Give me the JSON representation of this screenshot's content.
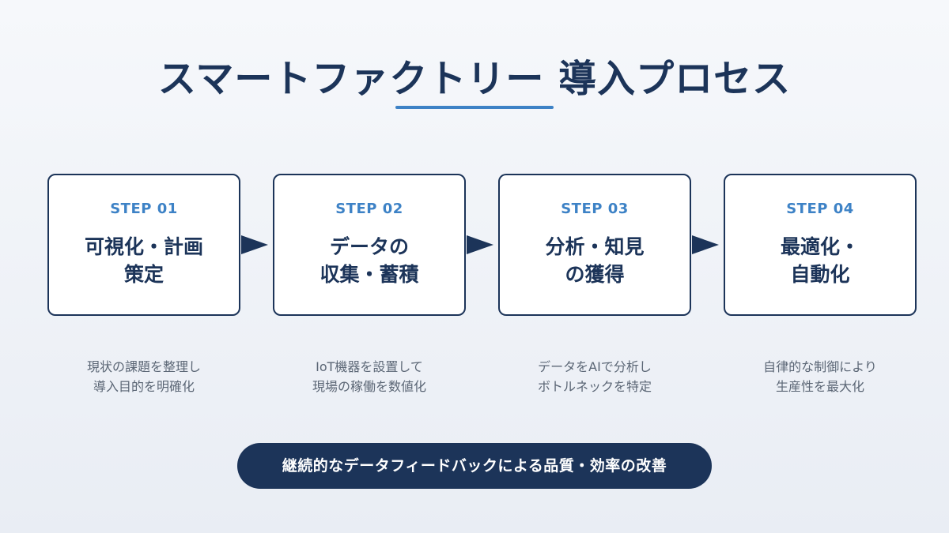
{
  "title": "スマートファクトリー 導入プロセス",
  "colors": {
    "navy": "#1c3459",
    "accent": "#3d82c6",
    "desc_text": "#5b6675",
    "box_bg": "#ffffff"
  },
  "steps": [
    {
      "label": "STEP 01",
      "name": [
        "可視化・計画",
        "策定"
      ],
      "desc": [
        "現状の課題を整理し",
        "導入目的を明確化"
      ]
    },
    {
      "label": "STEP 02",
      "name": [
        "データの",
        "収集・蓄積"
      ],
      "desc": [
        "IoT機器を設置して",
        "現場の稼働を数値化"
      ]
    },
    {
      "label": "STEP 03",
      "name": [
        "分析・知見",
        "の獲得"
      ],
      "desc": [
        "データをAIで分析し",
        "ボトルネックを特定"
      ]
    },
    {
      "label": "STEP 04",
      "name": [
        "最適化・",
        "自動化"
      ],
      "desc": [
        "自律的な制御により",
        "生産性を最大化"
      ]
    }
  ],
  "arrow_icon": "arrow-right-icon",
  "feedback": "継続的なデータフィードバックによる品質・効率の改善"
}
